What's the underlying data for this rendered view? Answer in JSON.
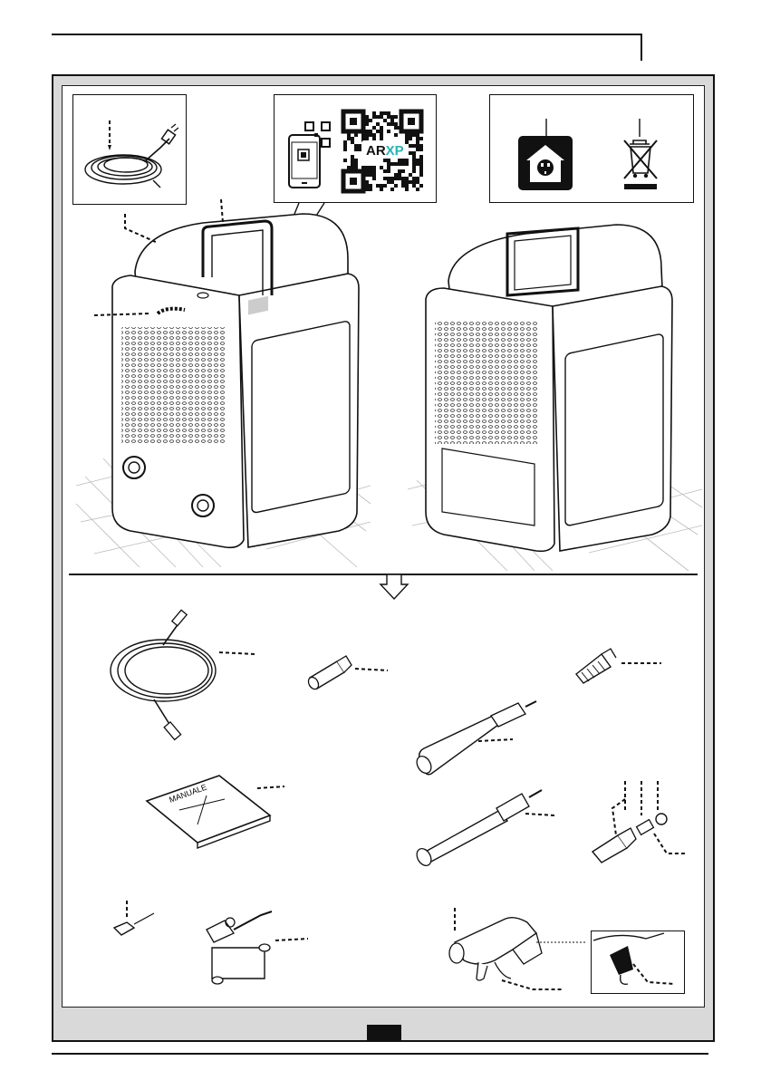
{
  "qr_badge": {
    "prefix": "AR",
    "suffix": "XP"
  },
  "colors": {
    "line": "#111111",
    "accent": "#27b3b8",
    "panel": "#d9d9d9"
  },
  "icons": [
    "power-cord-icon",
    "smartphone-qr-icon",
    "qr-code-icon",
    "class-ii-indoor-use-icon",
    "weee-crossed-bin-icon",
    "down-arrow-icon"
  ],
  "items": [
    "high-pressure-hose",
    "adjustable-nozzle",
    "turbo-nozzle",
    "extension-lance",
    "user-manual",
    "foam-lance",
    "water-inlet-connector",
    "clip",
    "detergent-tank",
    "spray-gun"
  ],
  "manual": {
    "cover_text": "MANUALE"
  }
}
